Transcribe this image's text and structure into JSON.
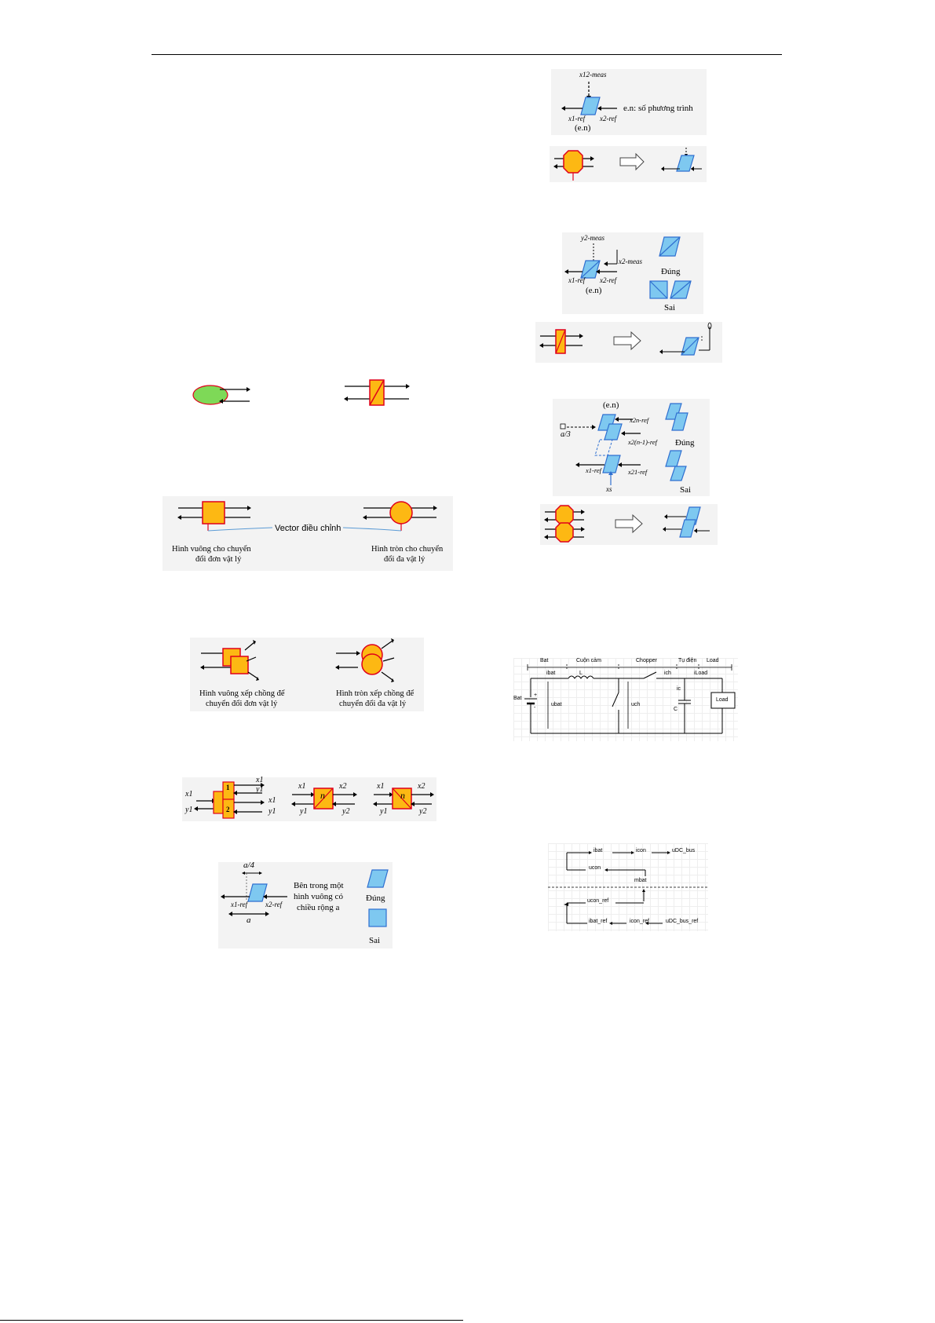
{
  "colors": {
    "orange_fill": "#FDB813",
    "red_stroke": "#E0001B",
    "blue_fill": "#7EC8F0",
    "blue_stroke": "#2F6FD0",
    "green_fill": "#7ED957",
    "black": "#000000"
  },
  "left": {
    "fig_vector": {
      "center_label": "Vector điều chỉnh",
      "left_caption_1": "Hình vuông cho chuyển",
      "left_caption_2": "đổi đơn vật lý",
      "right_caption_1": "Hình tròn cho chuyển",
      "right_caption_2": "đổi đa vật lý"
    },
    "fig_stack": {
      "left_caption_1": "Hình vuông xếp chồng để",
      "left_caption_2": "chuyển đổi đơn vật lý",
      "right_caption_1": "Hình tròn xếp chồng để",
      "right_caption_2": "chuyển đổi đa vật lý"
    },
    "fig_multi": {
      "x1": "x1",
      "y1": "y1",
      "x2": "x2",
      "y2": "y2",
      "box_1": "1",
      "box_2": "2",
      "n": "n"
    },
    "fig_parallelogram": {
      "a4": "a/4",
      "a": "a",
      "x1ref": "x1-ref",
      "x2ref": "x2-ref",
      "desc_1": "Bên trong một",
      "desc_2": "hình vuông có",
      "desc_3": "chiều rộng a",
      "correct": "Đúng",
      "wrong": "Sai"
    }
  },
  "right": {
    "fig_en": {
      "x12meas": "x12-meas",
      "x1ref": "x1-ref",
      "x2ref": "x2-ref",
      "en": "(e.n)",
      "desc": "e.n: số phương trình"
    },
    "fig_inv": {
      "y2meas": "y2-meas",
      "x2meas": "x2-meas",
      "x1ref": "x1-ref",
      "x2ref": "x2-ref",
      "en": "(e.n)",
      "correct": "Đúng",
      "wrong": "Sai"
    },
    "fig_stackblue": {
      "en": "(e.n)",
      "x2nref": "x2n-ref",
      "x2n1ref": "x2(n-1)-ref",
      "x1ref": "x1-ref",
      "x21ref": "x21-ref",
      "xs": "xs",
      "a3": "a/3",
      "correct": "Đúng",
      "wrong": "Sai"
    },
    "circuit": {
      "sections": [
        "Bat",
        "Cuộn cảm",
        "Chopper",
        "Tụ điện",
        "Load"
      ],
      "bat": "Bat",
      "ibat": "ibat",
      "L": "L",
      "ubat": "ubat",
      "uch": "uch",
      "ich": "ich",
      "ic": "ic",
      "iload": "iLoad",
      "C": "C",
      "load": "Load",
      "plus": "+",
      "minus": "-"
    },
    "control": {
      "ibat": "ibat",
      "icon": "icon",
      "udcbus": "uDC_bus",
      "ucon": "ucon",
      "mbat": "mbat",
      "uconref": "ucon_ref",
      "ibatref": "ibat_ref",
      "iconref": "icon_ref",
      "udcbusref": "uDC_bus_ref"
    }
  }
}
